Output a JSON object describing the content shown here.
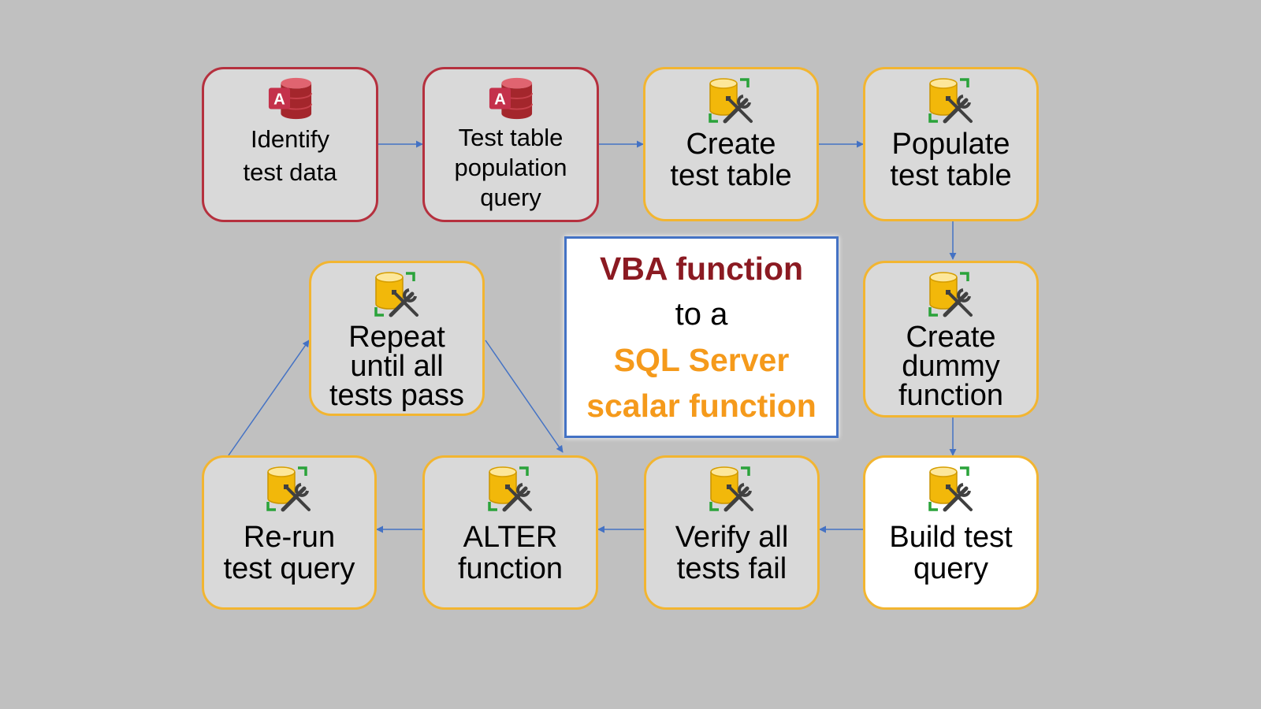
{
  "title": {
    "line1": "VBA function",
    "line2": "to a",
    "line3": "SQL Server",
    "line4": "scalar function"
  },
  "colors": {
    "background": "#c0c0c0",
    "access_border": "#b5303e",
    "sql_border": "#f2b531",
    "box_fill": "#d9d9d9",
    "arrow": "#4472c4",
    "title_vba": "#8b1a22",
    "title_sql": "#f59a1b"
  },
  "steps": [
    {
      "id": "identify",
      "lines": [
        "Identify",
        "test data"
      ],
      "icon": "access-database-icon"
    },
    {
      "id": "population-query",
      "lines": [
        "Test table",
        "population",
        "query"
      ],
      "icon": "access-database-icon"
    },
    {
      "id": "create-table",
      "lines": [
        "Create",
        "test table"
      ],
      "icon": "sql-server-database-tools-icon"
    },
    {
      "id": "populate-table",
      "lines": [
        "Populate",
        "test table"
      ],
      "icon": "sql-server-database-tools-icon"
    },
    {
      "id": "dummy-function",
      "lines": [
        "Create",
        "dummy",
        "function"
      ],
      "icon": "sql-server-database-tools-icon"
    },
    {
      "id": "build-query",
      "lines": [
        "Build test",
        "query"
      ],
      "icon": "sql-server-database-tools-icon"
    },
    {
      "id": "verify-fail",
      "lines": [
        "Verify all",
        "tests fail"
      ],
      "icon": "sql-server-database-tools-icon"
    },
    {
      "id": "alter-function",
      "lines": [
        "ALTER",
        "function"
      ],
      "icon": "sql-server-database-tools-icon"
    },
    {
      "id": "rerun-query",
      "lines": [
        "Re-run",
        "test query"
      ],
      "icon": "sql-server-database-tools-icon"
    },
    {
      "id": "repeat",
      "lines": [
        "Repeat",
        "until all",
        "tests pass"
      ],
      "icon": "sql-server-database-tools-icon"
    }
  ]
}
